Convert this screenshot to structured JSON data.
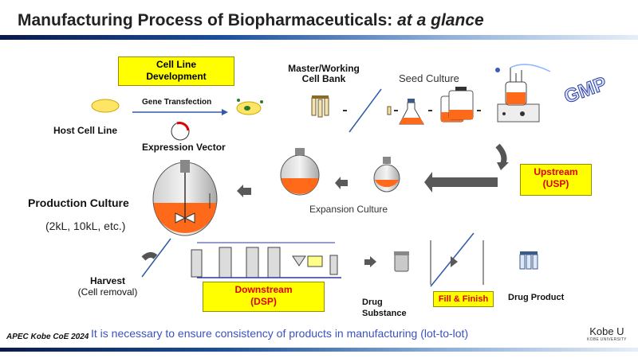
{
  "title": {
    "main": "Manufacturing Process of Biopharmaceuticals:",
    "italic": "at a glance"
  },
  "cell_line": {
    "line1": "Cell Line",
    "line2": "Development"
  },
  "gene_transfection": "Gene Transfection",
  "host_cell_line": "Host Cell Line",
  "expression_vector": "Expression Vector",
  "cell_bank": {
    "line1": "Master/Working",
    "line2": "Cell Bank"
  },
  "seed_culture": "Seed Culture",
  "gmp": "GMP",
  "upstream": {
    "line1": "Upstream",
    "line2": "(USP)"
  },
  "expansion_culture": "Expansion Culture",
  "production": {
    "line1": "Production Culture",
    "line2": "(2kL, 10kL, etc.)"
  },
  "harvest": {
    "line1": "Harvest",
    "line2": "(Cell removal)"
  },
  "downstream": {
    "line1": "Downstream",
    "line2": "(DSP)"
  },
  "drug_substance": {
    "line1": "Drug",
    "line2": "Substance"
  },
  "fill_finish": "Fill & Finish",
  "drug_product": "Drug Product",
  "footer_left": "APEC Kobe CoE 2024",
  "footer_note": "It is necessary to ensure consistency of products  in manufacturing (lot-to-lot)",
  "logo": {
    "name": "Kobe U",
    "sub": "KOBE UNIVERSITY"
  },
  "colors": {
    "yellow_box": "#ffff00",
    "accent_red": "#e00000",
    "culture_orange": "#ff6a1a",
    "arrow_gray": "#595959",
    "note_blue": "#3a52c0"
  }
}
